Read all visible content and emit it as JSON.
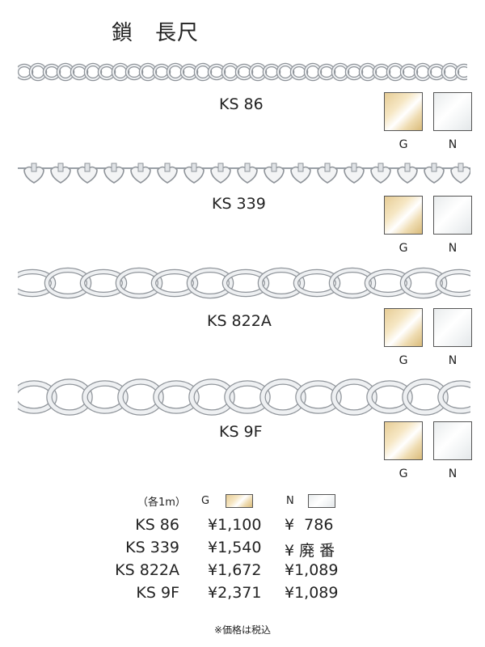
{
  "page": {
    "title": "鎖　長尺"
  },
  "colors": {
    "gold": "#e6cc95",
    "nickel": "#eef0f1",
    "chain_metal": "#a9adb3"
  },
  "products": [
    {
      "code": "KS 86",
      "chain_style": "rolo-fine",
      "g_label": "G",
      "n_label": "N"
    },
    {
      "code": "KS 339",
      "chain_style": "heart-link",
      "g_label": "G",
      "n_label": "N"
    },
    {
      "code": "KS 822A",
      "chain_style": "curb-medium",
      "g_label": "G",
      "n_label": "N"
    },
    {
      "code": "KS 9F",
      "chain_style": "curb-large",
      "g_label": "G",
      "n_label": "N"
    }
  ],
  "legend": {
    "unit": "（各1m）",
    "g_label": "G",
    "n_label": "N"
  },
  "prices": [
    {
      "code": "KS 86",
      "g": "¥1,100",
      "n": "¥  786"
    },
    {
      "code": "KS 339",
      "g": "¥1,540",
      "n": "¥ 廃 番"
    },
    {
      "code": "KS 822A",
      "g": "¥1,672",
      "n": "¥1,089"
    },
    {
      "code": "KS 9F",
      "g": "¥2,371",
      "n": "¥1,089"
    }
  ],
  "note": "※価格は税込"
}
